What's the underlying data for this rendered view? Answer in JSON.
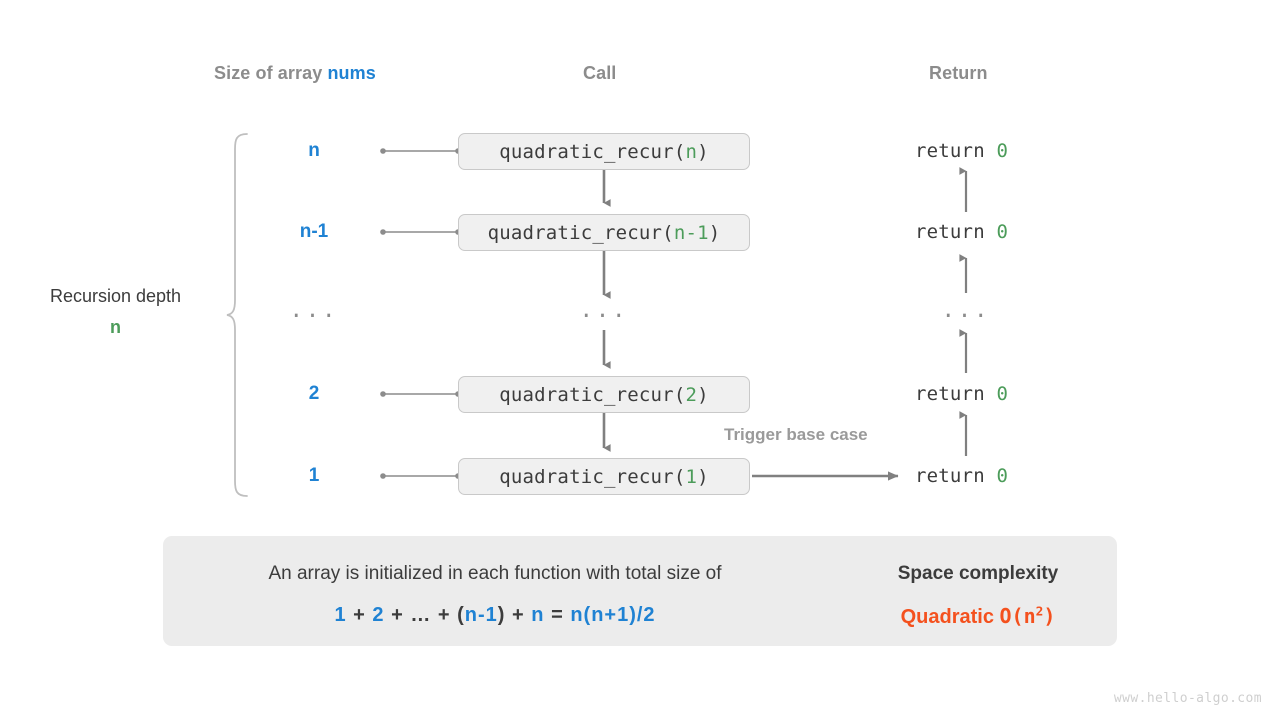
{
  "headers": {
    "left": {
      "prefix": "Size of array ",
      "highlight": "nums"
    },
    "middle": "Call",
    "right": "Return"
  },
  "depth": {
    "title": "Recursion depth",
    "value": "n"
  },
  "rows": [
    {
      "size": "n",
      "call_prefix": "quadratic_recur(",
      "call_arg": "n",
      "call_suffix": ")",
      "return_prefix": "return ",
      "return_value": "0"
    },
    {
      "size": "n-1",
      "call_prefix": "quadratic_recur(",
      "call_arg": "n-1",
      "call_suffix": ")",
      "return_prefix": "return ",
      "return_value": "0"
    },
    {
      "size": "...",
      "call_prefix": "...",
      "call_arg": "",
      "call_suffix": "",
      "return_prefix": "...",
      "return_value": ""
    },
    {
      "size": "2",
      "call_prefix": "quadratic_recur(",
      "call_arg": "2",
      "call_suffix": ")",
      "return_prefix": "return ",
      "return_value": "0"
    },
    {
      "size": "1",
      "call_prefix": "quadratic_recur(",
      "call_arg": "1",
      "call_suffix": ")",
      "return_prefix": "return ",
      "return_value": "0"
    }
  ],
  "annotation": {
    "trigger_base_case": "Trigger base case"
  },
  "summary": {
    "text": "An array is initialized in each function with total size of",
    "formula": {
      "t1": "1",
      "o1": "+",
      "t2": "2",
      "o2": "+",
      "t3": "…",
      "o3": "+",
      "p_open": "(",
      "t4": "n-1",
      "p_close": ")",
      "o4": "+",
      "t5": "n",
      "eq": "=",
      "t6": "n(n+1)/2"
    },
    "right_title": "Space complexity",
    "right_word": "Quadratic",
    "right_big_o": "O(n",
    "right_exp": "2",
    "right_big_o_close": ")",
    "arrow_icon": "block-arrow-right-icon"
  },
  "watermark": "www.hello-algo.com",
  "colors": {
    "blue": "#1f82d3",
    "green": "#4c9c5a",
    "orange": "#f4511e",
    "gray_text": "#3c3c3c",
    "gray_muted": "#8c8c8c",
    "box_fill": "#f0f0f0",
    "box_border": "#c9c9c9",
    "panel_fill": "#ececec",
    "arrow": "#808080"
  }
}
